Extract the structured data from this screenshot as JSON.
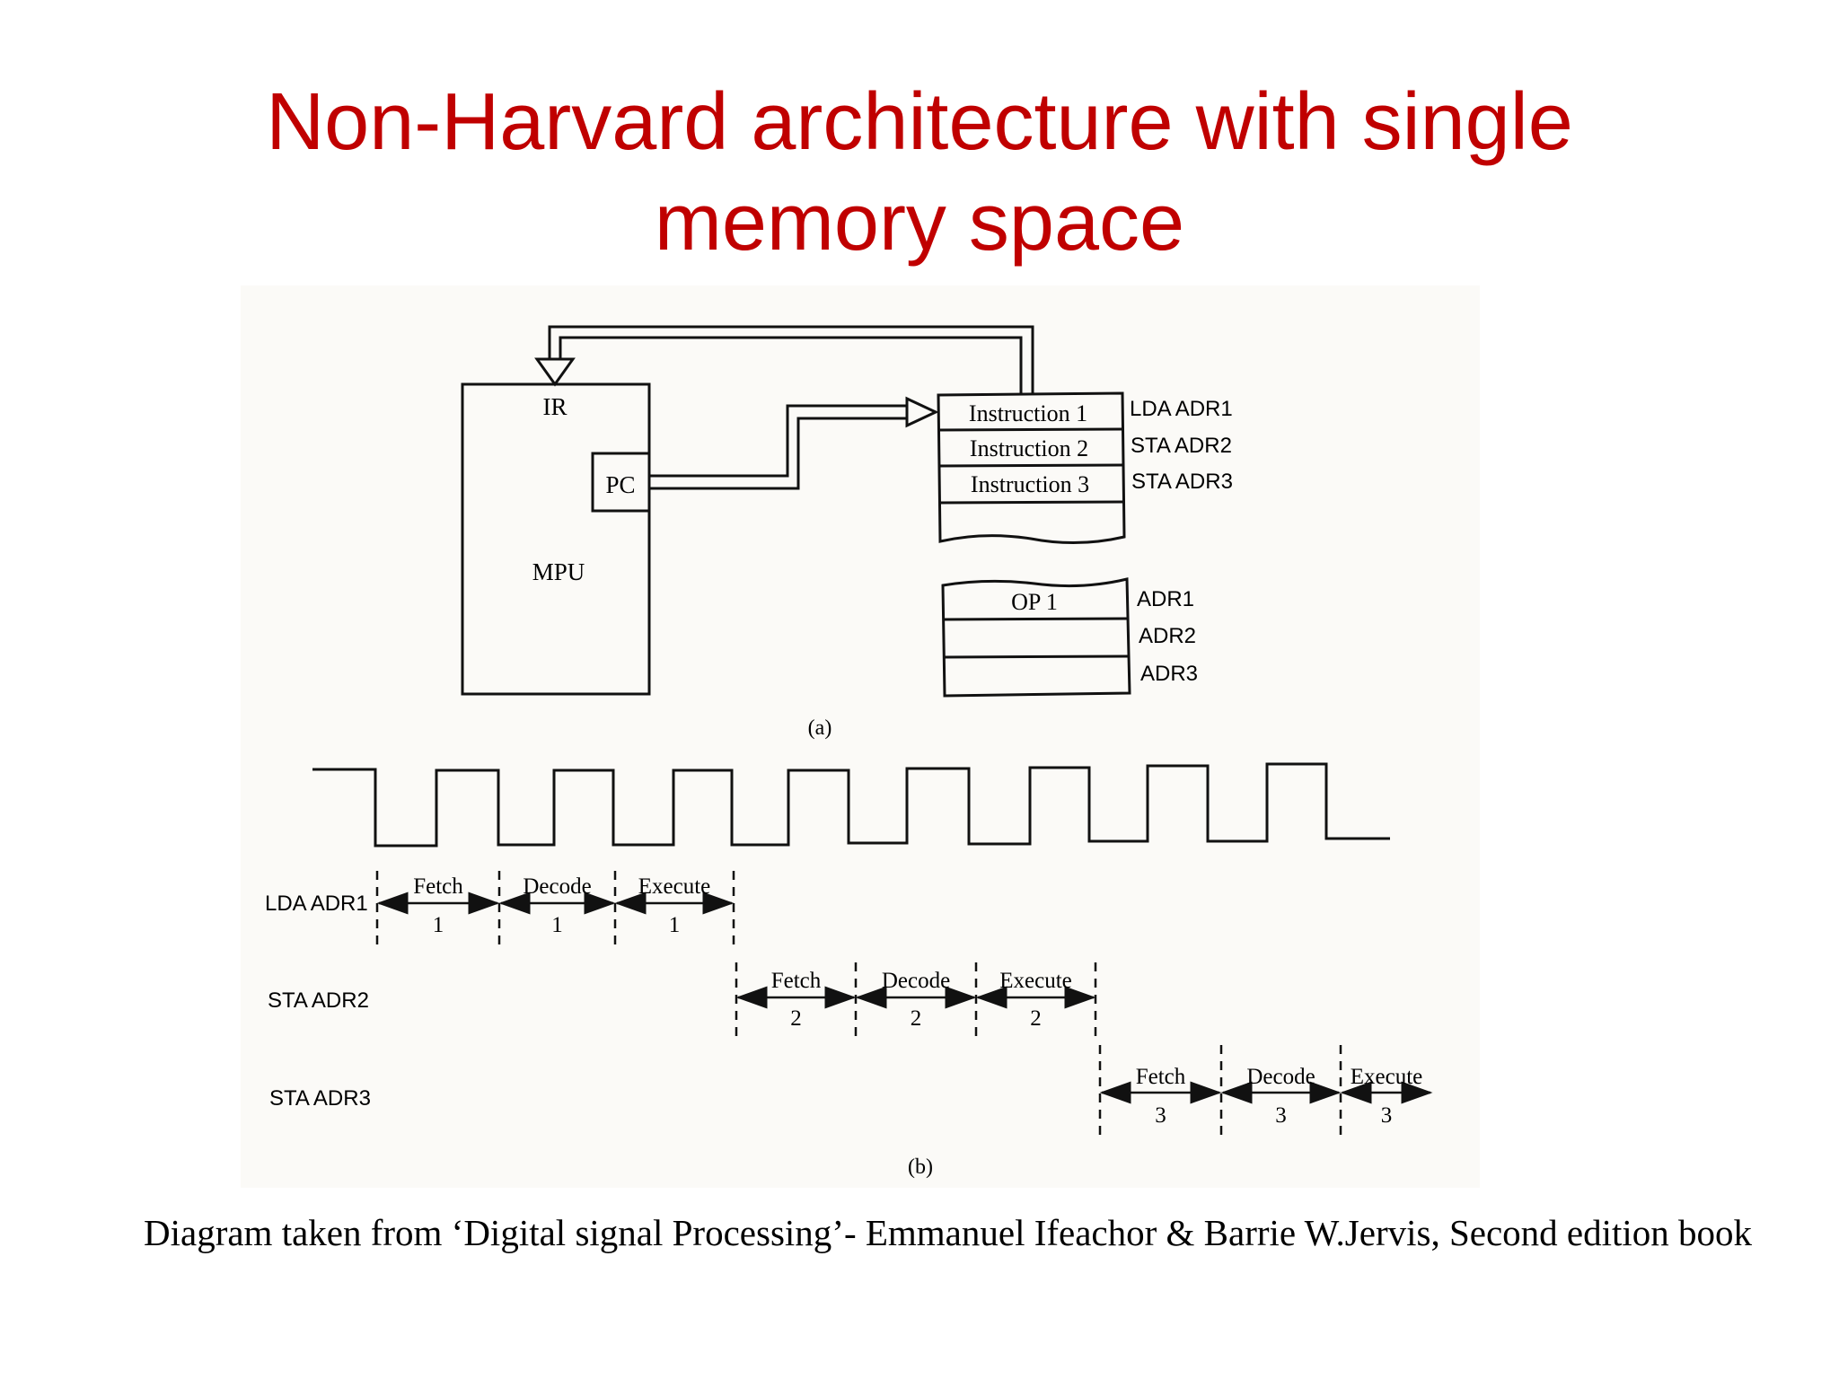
{
  "title": {
    "line1": "Non-Harvard architecture with single",
    "line2": "memory space"
  },
  "diagram_a": {
    "mpu": {
      "ir": "IR",
      "pc": "PC",
      "label": "MPU"
    },
    "program_memory": [
      {
        "cell": "Instruction 1",
        "label": "LDA ADR1"
      },
      {
        "cell": "Instruction 2",
        "label": "STA ADR2"
      },
      {
        "cell": "Instruction 3",
        "label": "STA ADR3"
      }
    ],
    "data_memory": [
      {
        "cell": "OP 1",
        "label": "ADR1"
      },
      {
        "cell": "",
        "label": "ADR2"
      },
      {
        "cell": "",
        "label": "ADR3"
      }
    ],
    "caption": "(a)"
  },
  "diagram_b": {
    "rows": [
      {
        "label": "LDA ADR1",
        "phases": [
          {
            "name": "Fetch",
            "num": "1"
          },
          {
            "name": "Decode",
            "num": "1"
          },
          {
            "name": "Execute",
            "num": "1"
          }
        ]
      },
      {
        "label": "STA ADR2",
        "phases": [
          {
            "name": "Fetch",
            "num": "2"
          },
          {
            "name": "Decode",
            "num": "2"
          },
          {
            "name": "Execute",
            "num": "2"
          }
        ]
      },
      {
        "label": "STA ADR3",
        "phases": [
          {
            "name": "Fetch",
            "num": "3"
          },
          {
            "name": "Decode",
            "num": "3"
          },
          {
            "name": "Execute",
            "num": "3"
          }
        ]
      }
    ],
    "caption": "(b)"
  },
  "source_note": "Diagram taken from ‘Digital signal Processing’- Emmanuel Ifeachor & Barrie W.Jervis, Second edition book"
}
